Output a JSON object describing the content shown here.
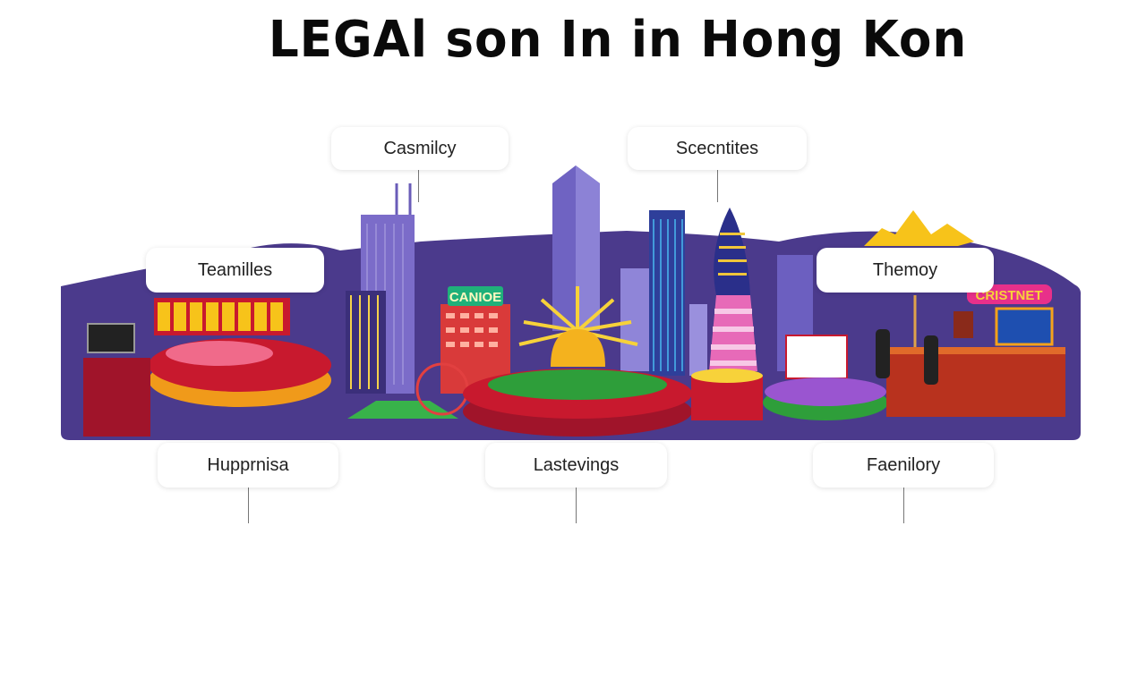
{
  "title": "LEGAl son In in Hong Kon",
  "labels": {
    "top_left": "Casmilcy",
    "top_right": "Scecntites",
    "mid_left": "Teamilles",
    "mid_right": "Themoy",
    "bottom_left": "Hupprnisa",
    "bottom_center": "Lastevings",
    "bottom_right": "Faenilory"
  },
  "signs": {
    "casino_building": "CANIOE",
    "casino_neon": "CRISTNET"
  },
  "colors": {
    "band": "#4b3a8c",
    "accent_red": "#c8192e",
    "accent_gold": "#f7c31a",
    "table_green": "#2e9e3a"
  }
}
